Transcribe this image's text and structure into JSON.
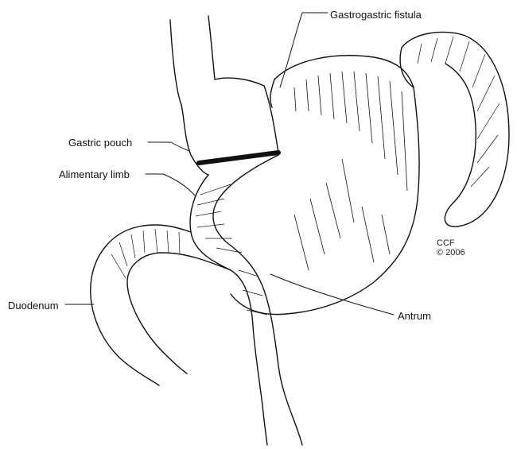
{
  "labels": {
    "gastrogastric_fistula": "Gastrogastric fistula",
    "gastric_pouch": "Gastric pouch",
    "alimentary_limb": "Alimentary limb",
    "duodenum": "Duodenum",
    "antrum": "Antrum"
  },
  "copyright": {
    "line1": "CCF",
    "line2": "© 2006"
  },
  "colors": {
    "line": "#111111",
    "background": "#ffffff"
  }
}
